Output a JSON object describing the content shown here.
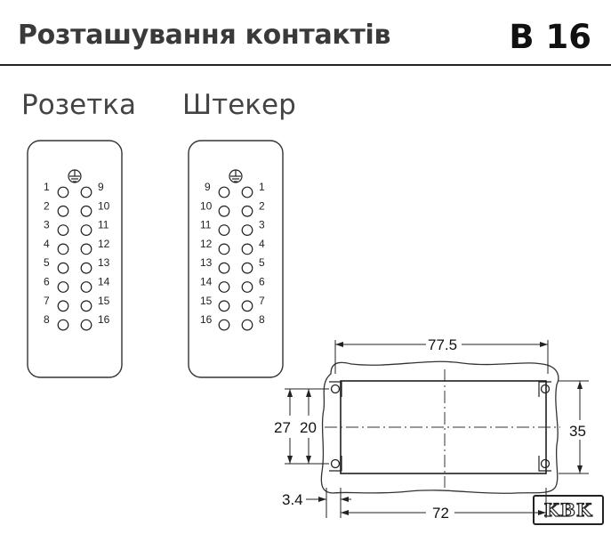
{
  "header": {
    "title": "Розташування контактів",
    "code": "B 16"
  },
  "connectors": [
    {
      "label": "Розетка",
      "left_numbers": [
        "1",
        "2",
        "3",
        "4",
        "5",
        "6",
        "7",
        "8"
      ],
      "right_numbers": [
        "9",
        "10",
        "11",
        "12",
        "13",
        "14",
        "15",
        "16"
      ]
    },
    {
      "label": "Штекер",
      "left_numbers": [
        "9",
        "10",
        "11",
        "12",
        "13",
        "14",
        "15",
        "16"
      ],
      "right_numbers": [
        "1",
        "2",
        "3",
        "4",
        "5",
        "6",
        "7",
        "8"
      ]
    }
  ],
  "dimensions": {
    "top_width": "77.5",
    "bottom_width": "72",
    "left_outer": "27",
    "left_inner": "20",
    "right_height": "35",
    "hole_offset": "3.4"
  },
  "logo_text": "KBK"
}
